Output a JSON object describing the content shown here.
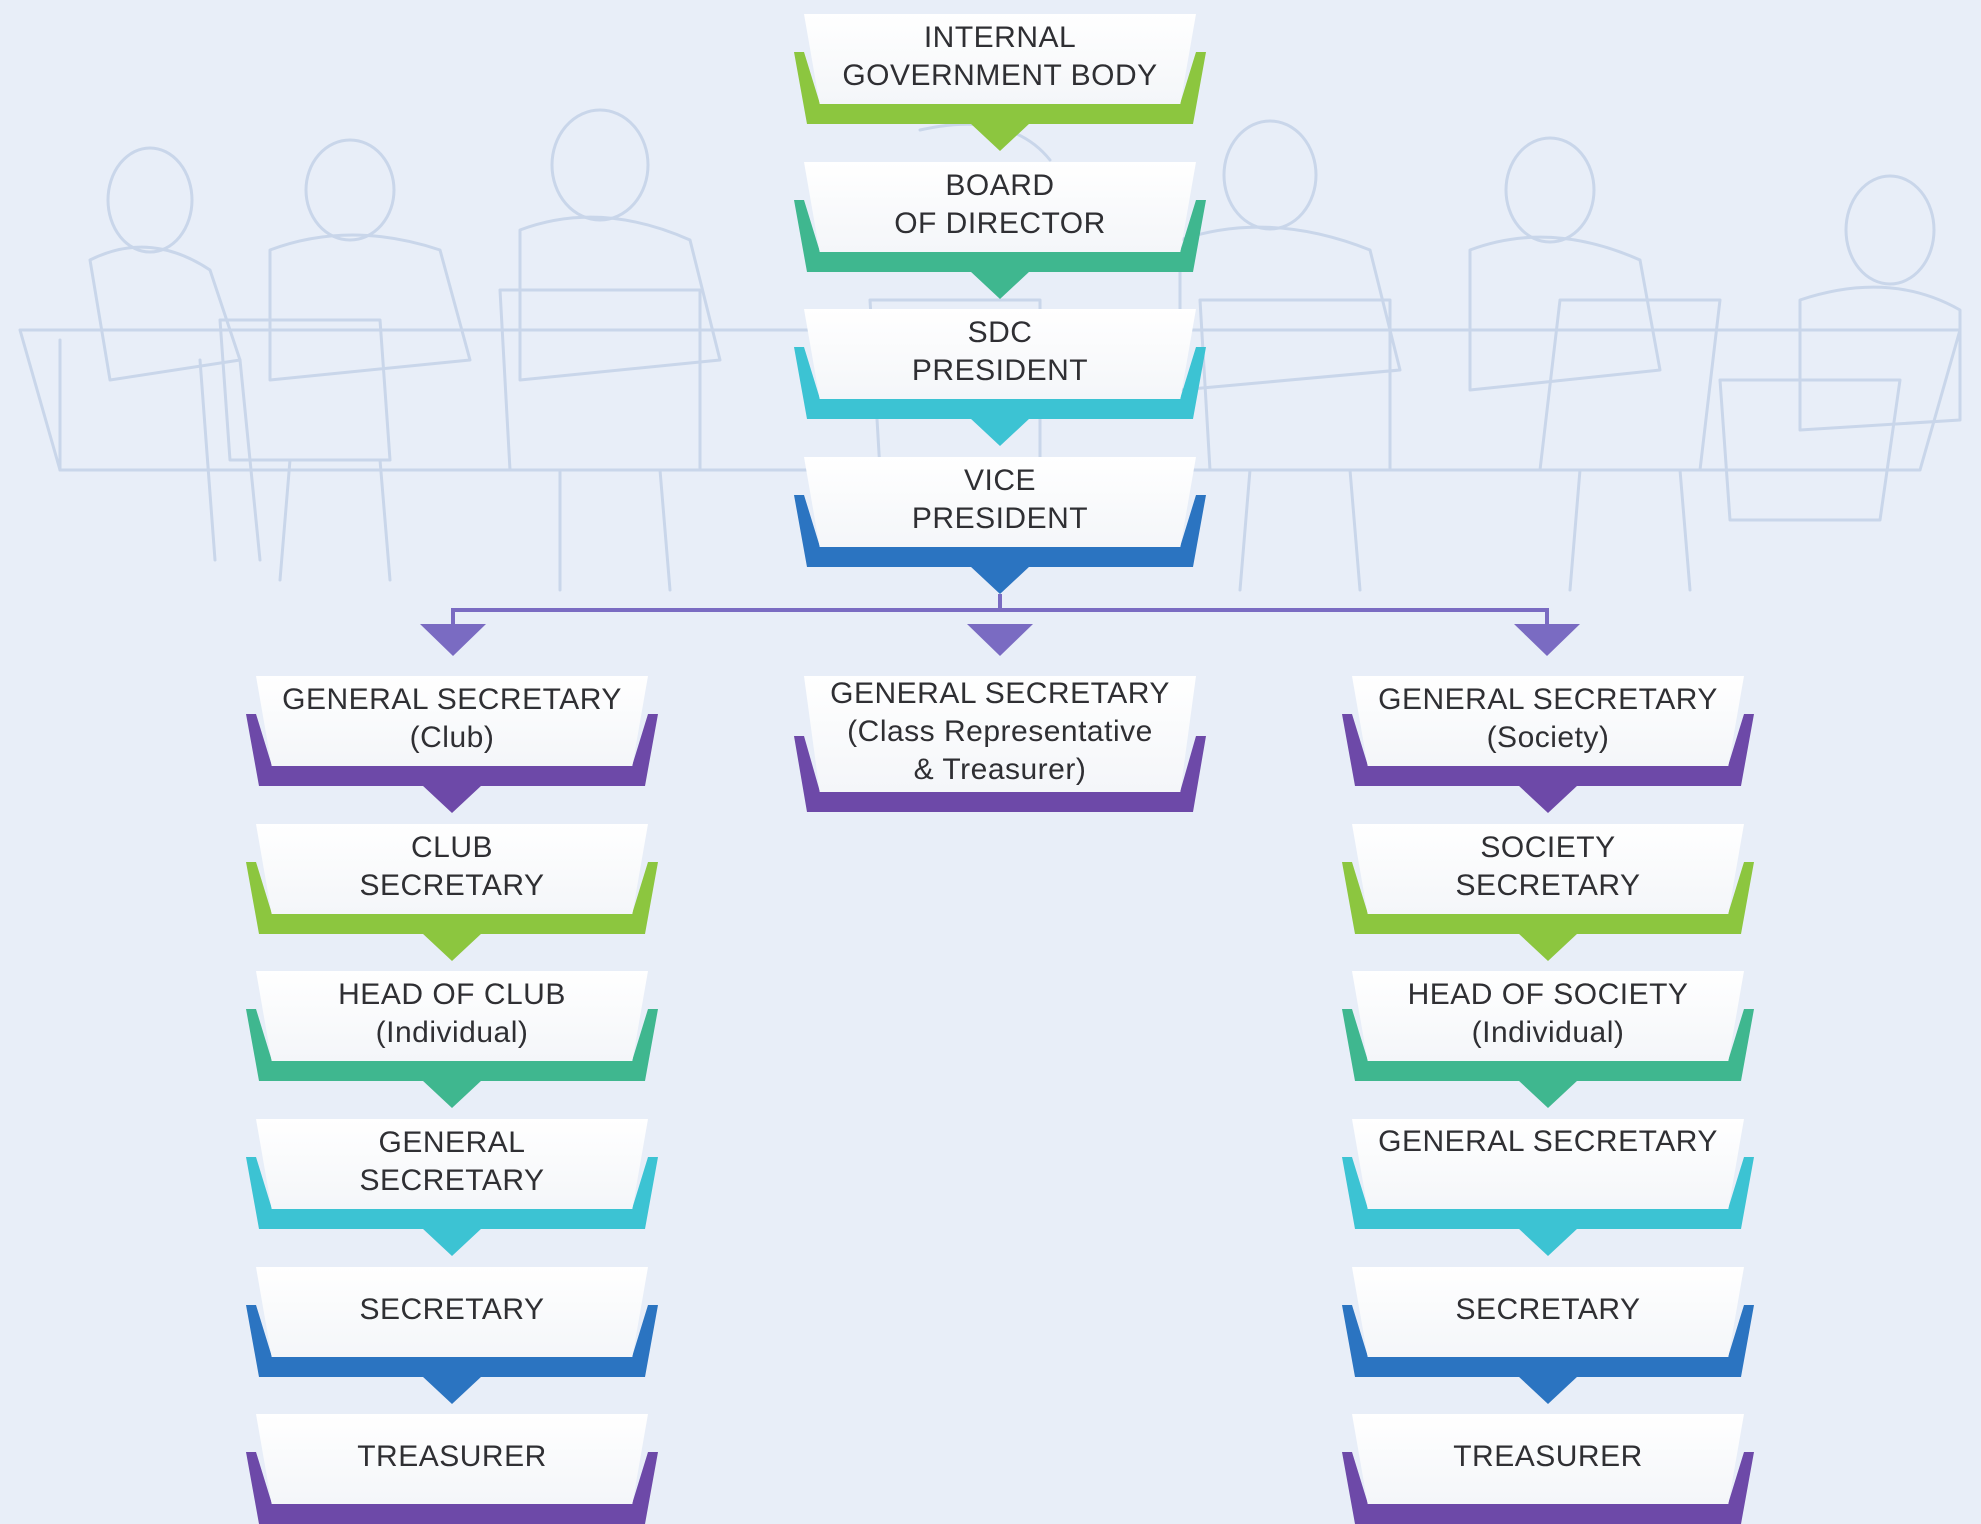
{
  "colors": {
    "background": "#e8eef8",
    "sketch": "#c9d6ea",
    "green": "#8cc63f",
    "teal": "#3fb78f",
    "cyan": "#3cc3d3",
    "blue": "#2b74c1",
    "purple": "#6d49a8",
    "connector": "#7a6bc2"
  },
  "diagram": {
    "top_chain": [
      {
        "label": "INTERNAL\nGOVERNMENT BODY",
        "color": "green"
      },
      {
        "label": "BOARD\nOF DIRECTOR",
        "color": "teal"
      },
      {
        "label": "SDC\nPRESIDENT",
        "color": "cyan"
      },
      {
        "label": "VICE\nPRESIDENT",
        "color": "blue"
      }
    ],
    "branches": [
      {
        "head": {
          "label": "GENERAL SECRETARY\n(Club)",
          "color": "purple"
        },
        "chain": [
          {
            "label": "CLUB\nSECRETARY",
            "color": "green"
          },
          {
            "label": "HEAD OF CLUB\n(Individual)",
            "color": "teal"
          },
          {
            "label": "GENERAL\nSECRETARY",
            "color": "cyan"
          },
          {
            "label": "SECRETARY",
            "color": "blue"
          },
          {
            "label": "TREASURER",
            "color": "purple"
          }
        ]
      },
      {
        "head": {
          "label": "GENERAL SECRETARY\n(Class Representative\n& Treasurer)",
          "color": "purple"
        },
        "chain": []
      },
      {
        "head": {
          "label": "GENERAL SECRETARY\n(Society)",
          "color": "purple"
        },
        "chain": [
          {
            "label": "SOCIETY\nSECRETARY",
            "color": "green"
          },
          {
            "label": "HEAD OF SOCIETY\n(Individual)",
            "color": "teal"
          },
          {
            "label": "GENERAL SECRETARY",
            "color": "cyan"
          },
          {
            "label": "SECRETARY",
            "color": "blue"
          },
          {
            "label": "TREASURER",
            "color": "purple"
          }
        ]
      }
    ]
  }
}
